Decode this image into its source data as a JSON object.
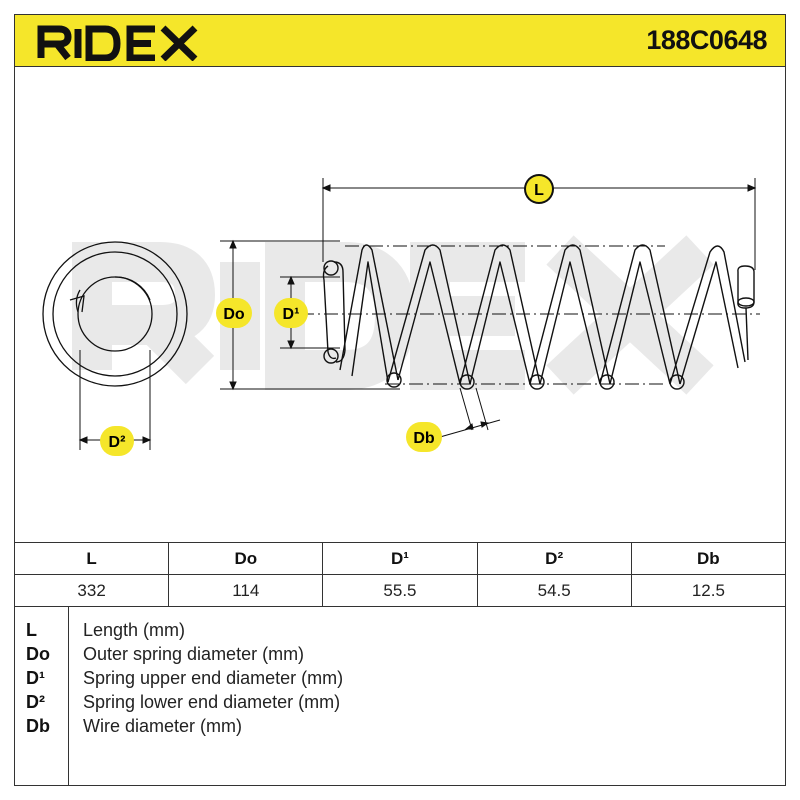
{
  "brand": {
    "logo_text": "RIDEX",
    "part_number": "188C0648",
    "accent_color": "#f5e62a"
  },
  "diagram": {
    "labels": {
      "L": "L",
      "Do": "Do",
      "D1": "D¹",
      "D2": "D²",
      "Db": "Db"
    }
  },
  "table": {
    "headers": [
      "L",
      "Do",
      "D¹",
      "D²",
      "Db"
    ],
    "values": [
      "332",
      "114",
      "55.5",
      "54.5",
      "12.5"
    ]
  },
  "legend": [
    {
      "symbol": "L",
      "description": "Length (mm)"
    },
    {
      "symbol": "Do",
      "description": "Outer spring diameter (mm)"
    },
    {
      "symbol": "D¹",
      "description": "Spring upper end diameter (mm)"
    },
    {
      "symbol": "D²",
      "description": "Spring lower end diameter (mm)"
    },
    {
      "symbol": "Db",
      "description": "Wire diameter (mm)"
    }
  ]
}
